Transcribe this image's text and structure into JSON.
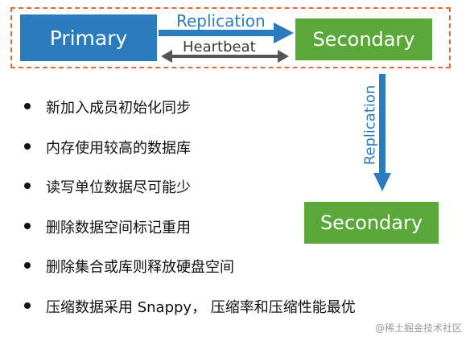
{
  "diagram": {
    "primary_label": "Primary",
    "secondary_top_label": "Secondary",
    "secondary_bottom_label": "Secondary",
    "replication_label": "Replication",
    "heartbeat_label": "Heartbeat",
    "replication_vertical_label": "Replication",
    "colors": {
      "primary": "#2b7bbf",
      "secondary": "#5aa83a",
      "replication_arrow": "#2b7bbf",
      "heartbeat_arrow": "#555555",
      "frame": "#e06a3a"
    }
  },
  "bullets": [
    "新加入成员初始化同步",
    "内存使用较高的数据库",
    "读写单位数据尽可能少",
    "删除数据空间标记重用",
    "删除集合或库则释放硬盘空间",
    "压缩数据采用 Snappy， 压缩率和压缩性能最优"
  ],
  "watermark": "@稀土掘金技术社区"
}
